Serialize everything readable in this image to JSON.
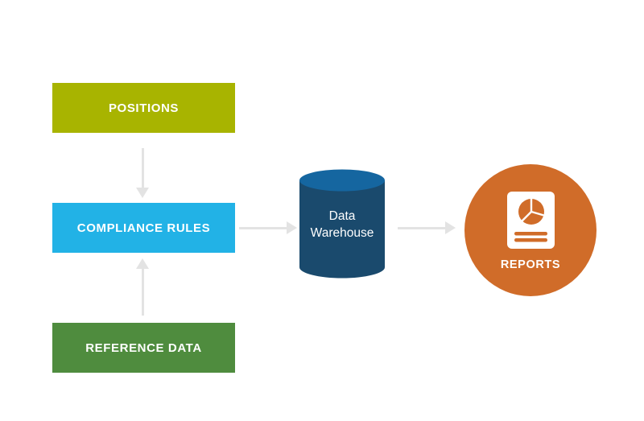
{
  "page": {
    "background_color": "#ffffff",
    "arrow_color": "#e3e3e3"
  },
  "diagram": {
    "nodes": {
      "positions": {
        "label": "POSITIONS",
        "color": "#a8b400",
        "text_color": "#ffffff",
        "shape": "rectangle"
      },
      "compliance_rules": {
        "label": "COMPLIANCE RULES",
        "color": "#22b2e6",
        "text_color": "#ffffff",
        "shape": "rectangle"
      },
      "reference_data": {
        "label": "REFERENCE DATA",
        "color": "#4f8c3e",
        "text_color": "#ffffff",
        "shape": "rectangle"
      },
      "data_warehouse": {
        "label_line1": "Data",
        "label_line2": "Warehouse",
        "body_color": "#1a4a6d",
        "top_color": "#1566a0",
        "text_color": "#ffffff",
        "shape": "cylinder"
      },
      "reports": {
        "label": "REPORTS",
        "color": "#d06c29",
        "text_color": "#ffffff",
        "shape": "circle",
        "icon": "report-document-with-pie-chart-icon",
        "icon_color": "#ffffff"
      }
    },
    "edges": [
      {
        "from": "positions",
        "to": "compliance_rules",
        "direction": "down"
      },
      {
        "from": "reference_data",
        "to": "compliance_rules",
        "direction": "up"
      },
      {
        "from": "compliance_rules",
        "to": "data_warehouse",
        "direction": "right"
      },
      {
        "from": "data_warehouse",
        "to": "reports",
        "direction": "right"
      }
    ]
  }
}
